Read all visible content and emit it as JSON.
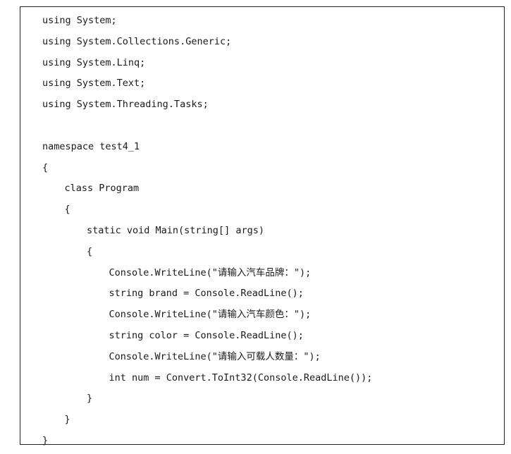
{
  "code": {
    "lines": [
      {
        "indent": 0,
        "text": "using System;"
      },
      {
        "indent": 0,
        "text": "using System.Collections.Generic;"
      },
      {
        "indent": 0,
        "text": "using System.Linq;"
      },
      {
        "indent": 0,
        "text": "using System.Text;"
      },
      {
        "indent": 0,
        "text": "using System.Threading.Tasks;"
      },
      {
        "indent": 0,
        "text": ""
      },
      {
        "indent": 0,
        "text": "namespace test4_1"
      },
      {
        "indent": 0,
        "text": "{"
      },
      {
        "indent": 1,
        "text": "class Program"
      },
      {
        "indent": 1,
        "text": "{"
      },
      {
        "indent": 2,
        "text": "static void Main(string[] args)"
      },
      {
        "indent": 2,
        "text": "{"
      },
      {
        "indent": 3,
        "text": "Console.WriteLine(\"请输入汽车品牌：\");"
      },
      {
        "indent": 3,
        "text": "string brand = Console.ReadLine();"
      },
      {
        "indent": 3,
        "text": "Console.WriteLine(\"请输入汽车颜色：\");"
      },
      {
        "indent": 3,
        "text": "string color = Console.ReadLine();"
      },
      {
        "indent": 3,
        "text": "Console.WriteLine(\"请输入可载人数量：\");"
      },
      {
        "indent": 3,
        "text": "int num = Convert.ToInt32(Console.ReadLine());"
      },
      {
        "indent": 2,
        "text": "}"
      },
      {
        "indent": 1,
        "text": "}"
      },
      {
        "indent": 0,
        "text": "}"
      }
    ]
  }
}
